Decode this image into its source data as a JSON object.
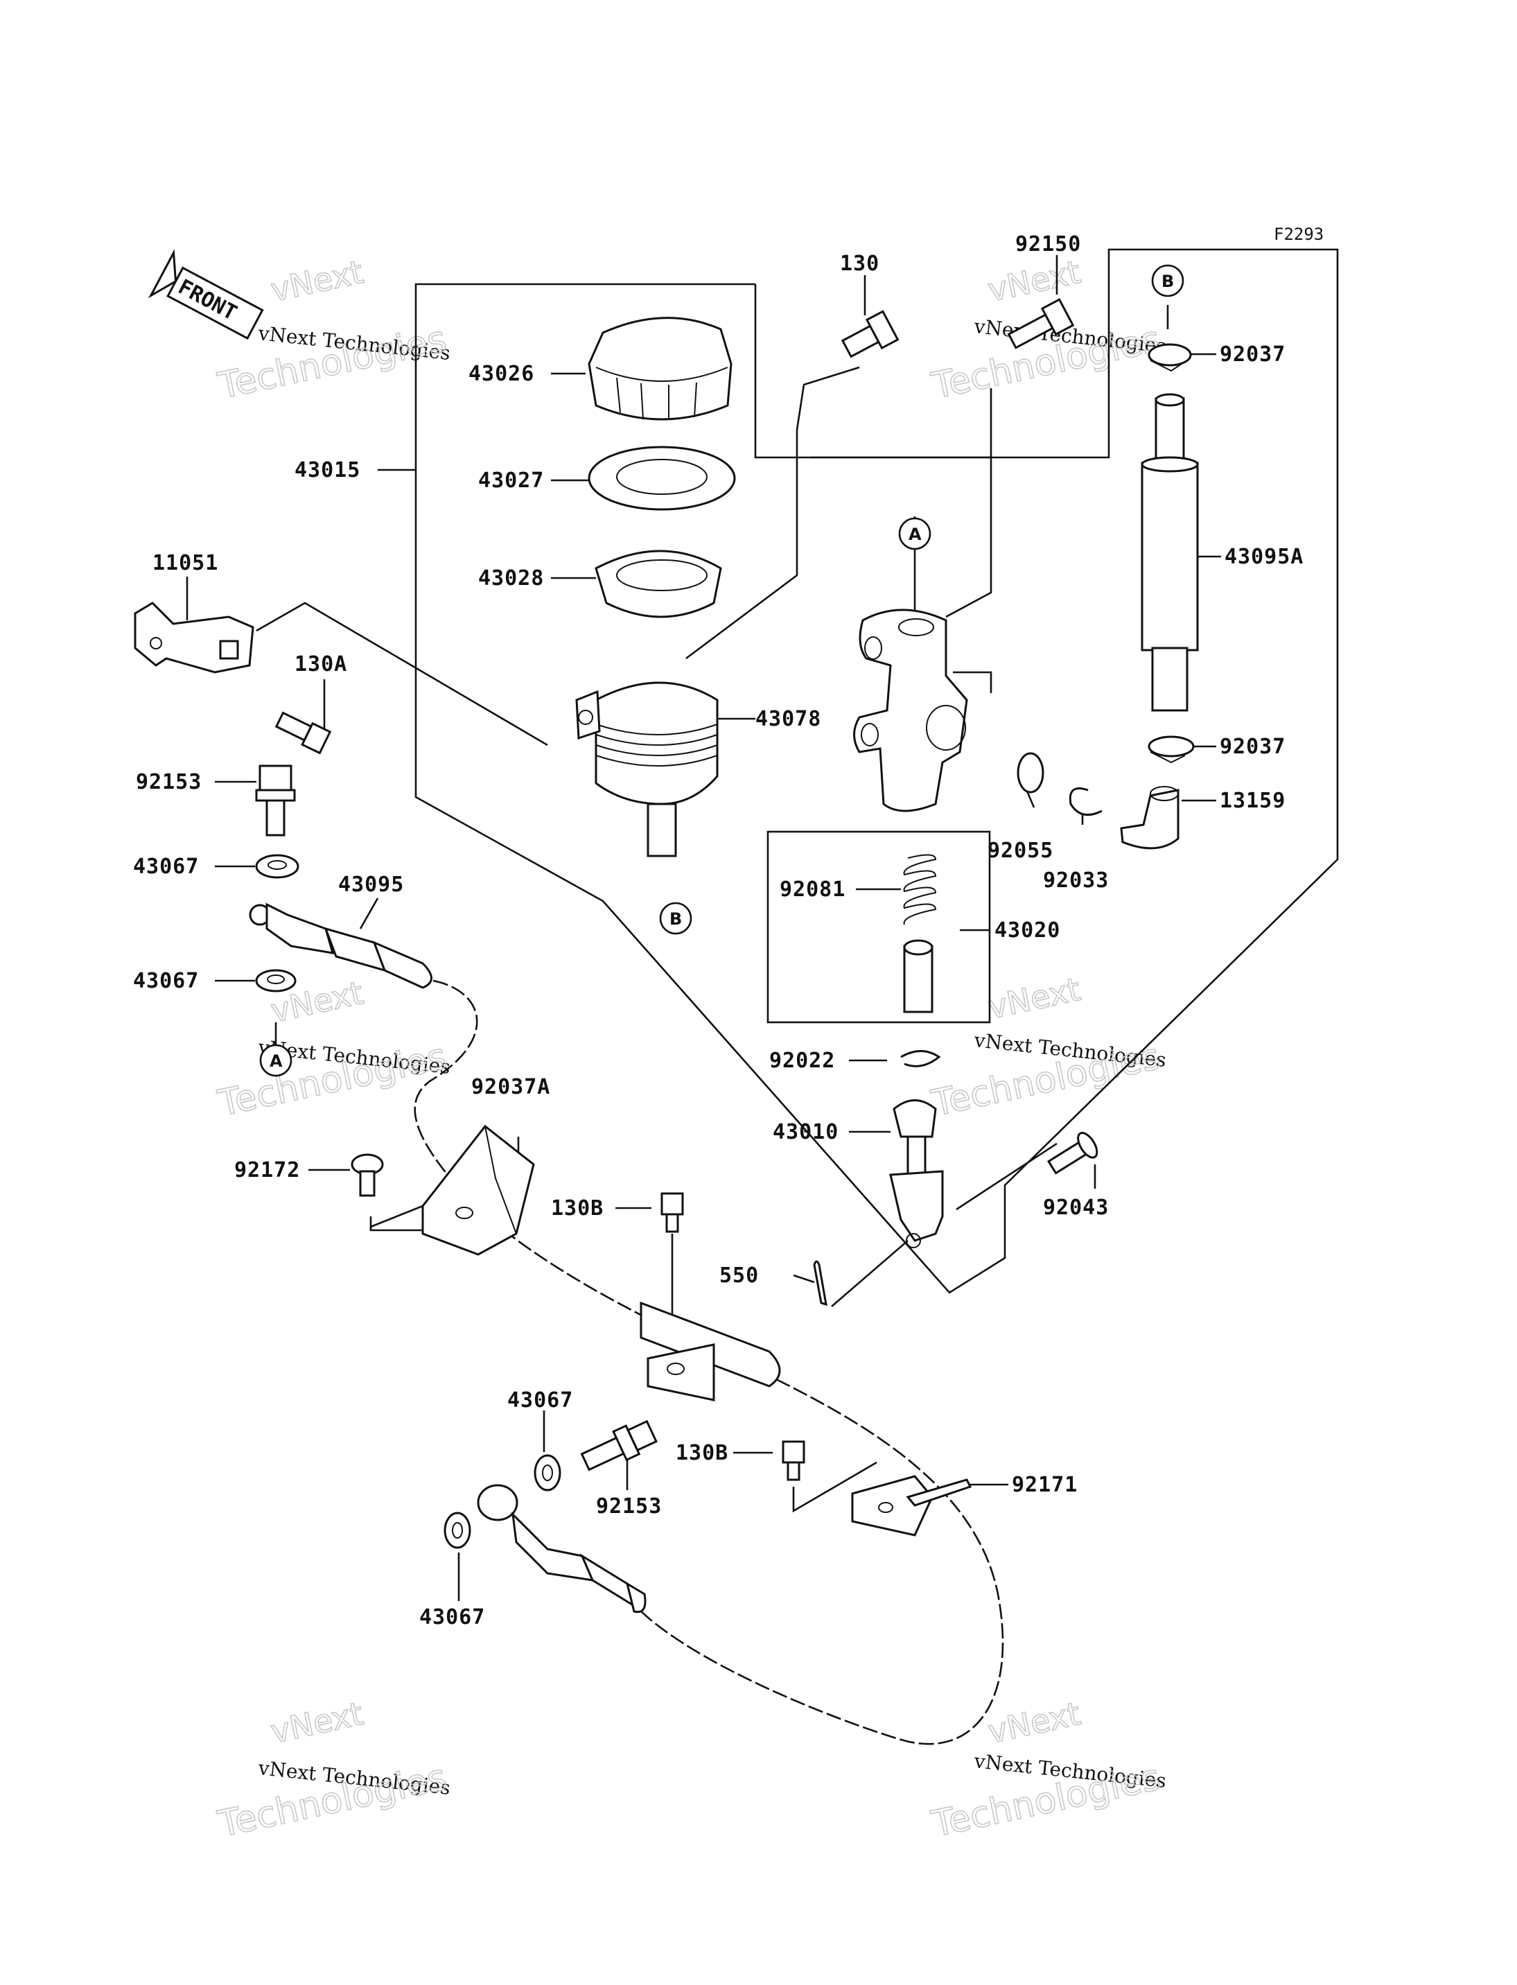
{
  "diagram_code": "F2293",
  "front_label": "FRONT",
  "watermark": {
    "line1": "vNext",
    "line2": "vNext Technologies",
    "line3": "Technologies"
  },
  "refs": {
    "a": "A",
    "b": "B"
  },
  "parts": {
    "p43026": "43026",
    "p43027": "43027",
    "p43028": "43028",
    "p43015": "43015",
    "p43078": "43078",
    "p11051": "11051",
    "p130A": "130A",
    "p92153_top": "92153",
    "p43067_1": "43067",
    "p43095": "43095",
    "p43067_2": "43067",
    "p130": "130",
    "p92150": "92150",
    "p92037_top": "92037",
    "p43095A": "43095A",
    "p92037_mid": "92037",
    "p13159": "13159",
    "p92055": "92055",
    "p92033": "92033",
    "p92081": "92081",
    "p43020": "43020",
    "p92022": "92022",
    "p43010": "43010",
    "p92043": "92043",
    "p550": "550",
    "p92037A": "92037A",
    "p92172": "92172",
    "p130B_1": "130B",
    "p43067_3": "43067",
    "p92153_bot": "92153",
    "p130B_2": "130B",
    "p92171": "92171",
    "p43067_4": "43067"
  }
}
